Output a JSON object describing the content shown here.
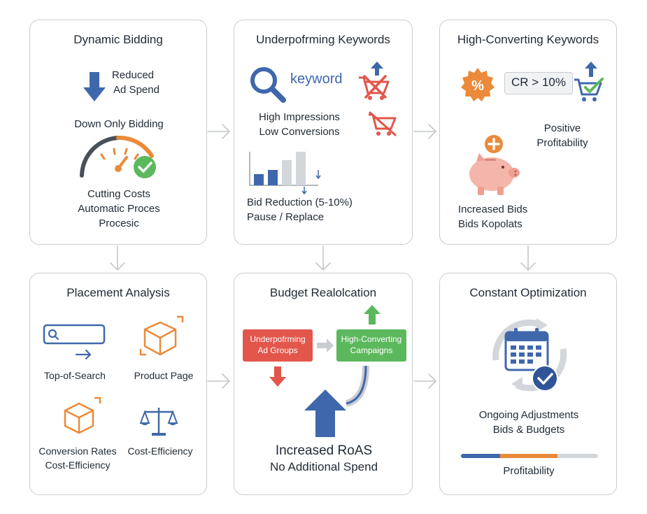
{
  "cards": {
    "dynamic_bidding": {
      "title": "Dynamic Bidding",
      "reduced_line1": "Reduced",
      "reduced_line2": "Ad Spend",
      "down_only": "Down Only Bidding",
      "cutting_line1": "Cutting Costs",
      "cutting_line2": "Automatic Proces",
      "cutting_line3": "Procesic"
    },
    "underperforming_keywords": {
      "title": "Underpofrming Keywords",
      "keyword_label": "keyword",
      "impressions_line1": "High Impressions",
      "impressions_line2": "Low Conversions",
      "bid_reduction_line1": "Bid Reduction (5-10%)",
      "bid_reduction_line2": "Pause / Replace"
    },
    "high_converting_keywords": {
      "title": "High-Converting Keywords",
      "cr_label": "CR > 10%",
      "positive_line1": "Positive",
      "positive_line2": "Profitability",
      "increased_line1": "Increased Bids",
      "increased_line2": "Bids Kopolats"
    },
    "placement_analysis": {
      "title": "Placement Analysis",
      "top_of_search": "Top-of-Search",
      "product_page": "Product Page",
      "conversion_line1": "Conversion Rates",
      "conversion_line2": "Cost-Efficiency",
      "cost_efficiency": "Cost-Efficiency"
    },
    "budget_reallocation": {
      "title": "Budget Realolcation",
      "under_box_line1": "Underpofrming",
      "under_box_line2": "Ad Groups",
      "high_box_line1": "High-Converting",
      "high_box_line2": "Campaigns",
      "roas_line1": "Increased RoAS",
      "roas_line2": "No Additional Spend"
    },
    "constant_optimization": {
      "title": "Constant Optimization",
      "ongoing_line1": "Ongoing Adjustments",
      "ongoing_line2": "Bids & Budgets",
      "profitability": "Profitability"
    }
  },
  "icons": [
    "down-arrow-icon",
    "speedometer-icon",
    "checkmark-icon",
    "magnifier-icon",
    "cart-crossed-icon",
    "up-arrow-icon",
    "bar-chart-icon",
    "percent-badge-icon",
    "cart-check-icon",
    "piggy-bank-icon",
    "plus-icon",
    "search-bar-icon",
    "box-icon",
    "scales-icon",
    "calendar-icon",
    "refresh-arrows-icon"
  ],
  "colors": {
    "blue": "#3f68ac",
    "orange": "#ea8a3a",
    "red": "#e2564b",
    "green": "#5cb85c",
    "border": "#c9ccd1",
    "text": "#1f2a36",
    "connector": "#c4c7cc"
  }
}
